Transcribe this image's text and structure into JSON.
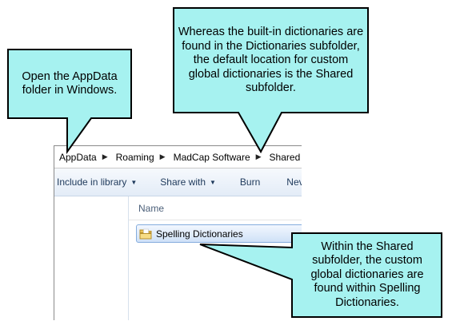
{
  "breadcrumb": {
    "items": [
      "AppData",
      "Roaming",
      "MadCap Software",
      "Shared"
    ]
  },
  "toolbar": {
    "include_in_library": "Include in library",
    "share_with": "Share with",
    "burn": "Burn",
    "new_folder": "Nev"
  },
  "file_list": {
    "column_name": "Name",
    "items": [
      {
        "name": "Spelling Dictionaries",
        "type": "folder",
        "selected": true
      }
    ]
  },
  "callouts": {
    "appdata": "Open the AppData folder in Windows.",
    "shared": "Whereas the built-in dictionaries are found in the Dictionaries subfolder, the default location for custom global dictionaries is the Shared subfolder.",
    "spelling": "Within the Shared subfolder, the custom global dictionaries are found within Spelling Dictionaries."
  },
  "colors": {
    "callout_fill": "#a6f2f0",
    "callout_border": "#000000",
    "selection_fill": "#cfe1f7",
    "toolbar_text": "#1e395b"
  }
}
